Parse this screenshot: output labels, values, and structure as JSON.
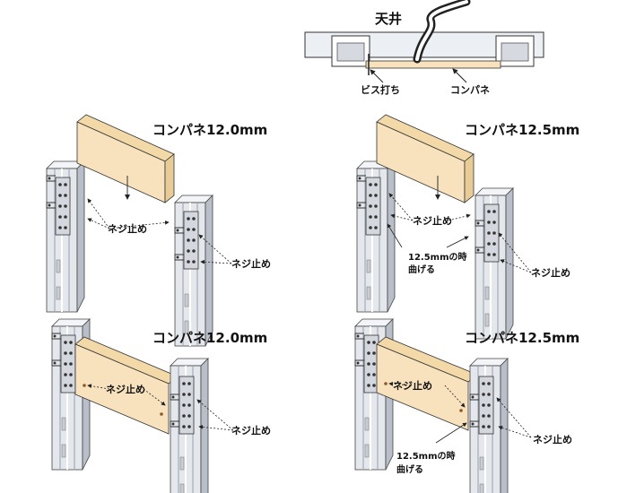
{
  "ceiling": {
    "label": "天井",
    "screw_label": "ビス打ち",
    "panel_label": "コンパネ"
  },
  "panels": [
    {
      "title": "コンパネ12.0mm",
      "screw_label_a": "ネジ止め",
      "screw_label_b": "ネジ止め"
    },
    {
      "title": "コンパネ12.5mm",
      "screw_label_a": "ネジ止め",
      "screw_label_b": "ネジ止め",
      "note_line1": "12.5mmの時",
      "note_line2": "曲げる"
    },
    {
      "title": "コンパネ12.0mm",
      "screw_label_a": "ネジ止め",
      "screw_label_b": "ネジ止め"
    },
    {
      "title": "コンパネ12.5mm",
      "screw_label_a": "ネジ止め",
      "screw_label_b": "ネジ止め",
      "note_line1": "12.5mmの時",
      "note_line2": "曲げる"
    }
  ],
  "colors": {
    "panel_fill": "#f7e2bd",
    "metal_fill": "#e6e9ee",
    "metal_shade": "#b9bfc8",
    "outline": "#333333"
  }
}
